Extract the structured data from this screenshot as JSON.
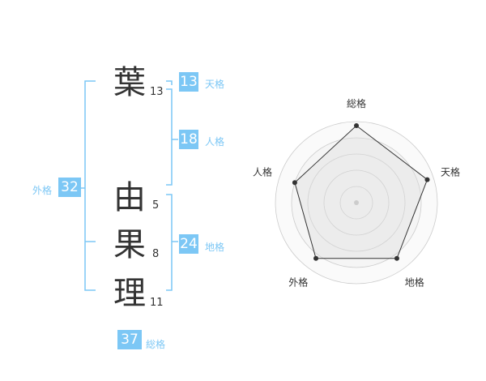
{
  "name": {
    "chars": [
      {
        "char": "葉",
        "strokes": "13"
      },
      {
        "char": "由",
        "strokes": "5"
      },
      {
        "char": "果",
        "strokes": "8"
      },
      {
        "char": "理",
        "strokes": "11"
      }
    ]
  },
  "fortunes": {
    "tenkaku": {
      "value": "13",
      "label": "天格"
    },
    "jinkaku": {
      "value": "18",
      "label": "人格"
    },
    "chikaku": {
      "value": "24",
      "label": "地格"
    },
    "gaikaku": {
      "value": "32",
      "label": "外格"
    },
    "soukaku": {
      "value": "37",
      "label": "総格"
    }
  },
  "colors": {
    "accent": "#7cc7f5",
    "text": "#333333"
  },
  "chart_data": {
    "type": "radar",
    "axes": [
      "総格",
      "天格",
      "地格",
      "外格",
      "人格"
    ],
    "values": [
      0.95,
      0.92,
      0.85,
      0.85,
      0.8
    ],
    "range": [
      0,
      1
    ],
    "rings": 5
  }
}
